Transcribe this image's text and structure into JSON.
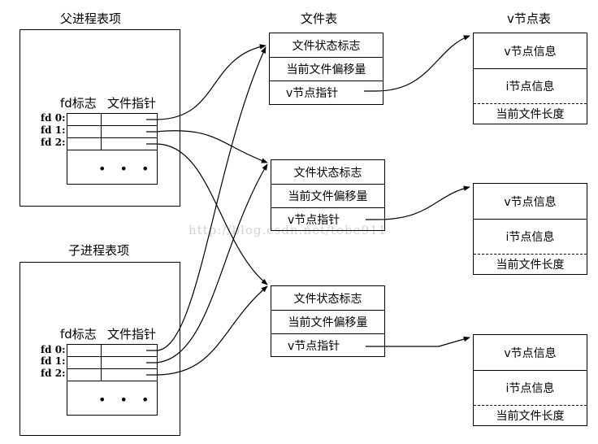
{
  "headings": {
    "parent_entry": "父进程表项",
    "child_entry": "子进程表项",
    "file_table": "文件表",
    "vnode_table": "v节点表"
  },
  "process_table": {
    "col_fd_flags": "fd标志",
    "col_file_pointer": "文件指针",
    "fd_labels": [
      "fd 0:",
      "fd 1:",
      "fd 2:"
    ],
    "ellipsis": "• • •"
  },
  "file_table_entry": {
    "status_flags": "文件状态标志",
    "offset": "当前文件偏移量",
    "vnode_pointer": "v节点指针"
  },
  "vnode_entry": {
    "v_info": "v节点信息",
    "i_info": "i节点信息",
    "length": "当前文件长度"
  },
  "watermark": "http://blog.csdn.net/tobe911"
}
